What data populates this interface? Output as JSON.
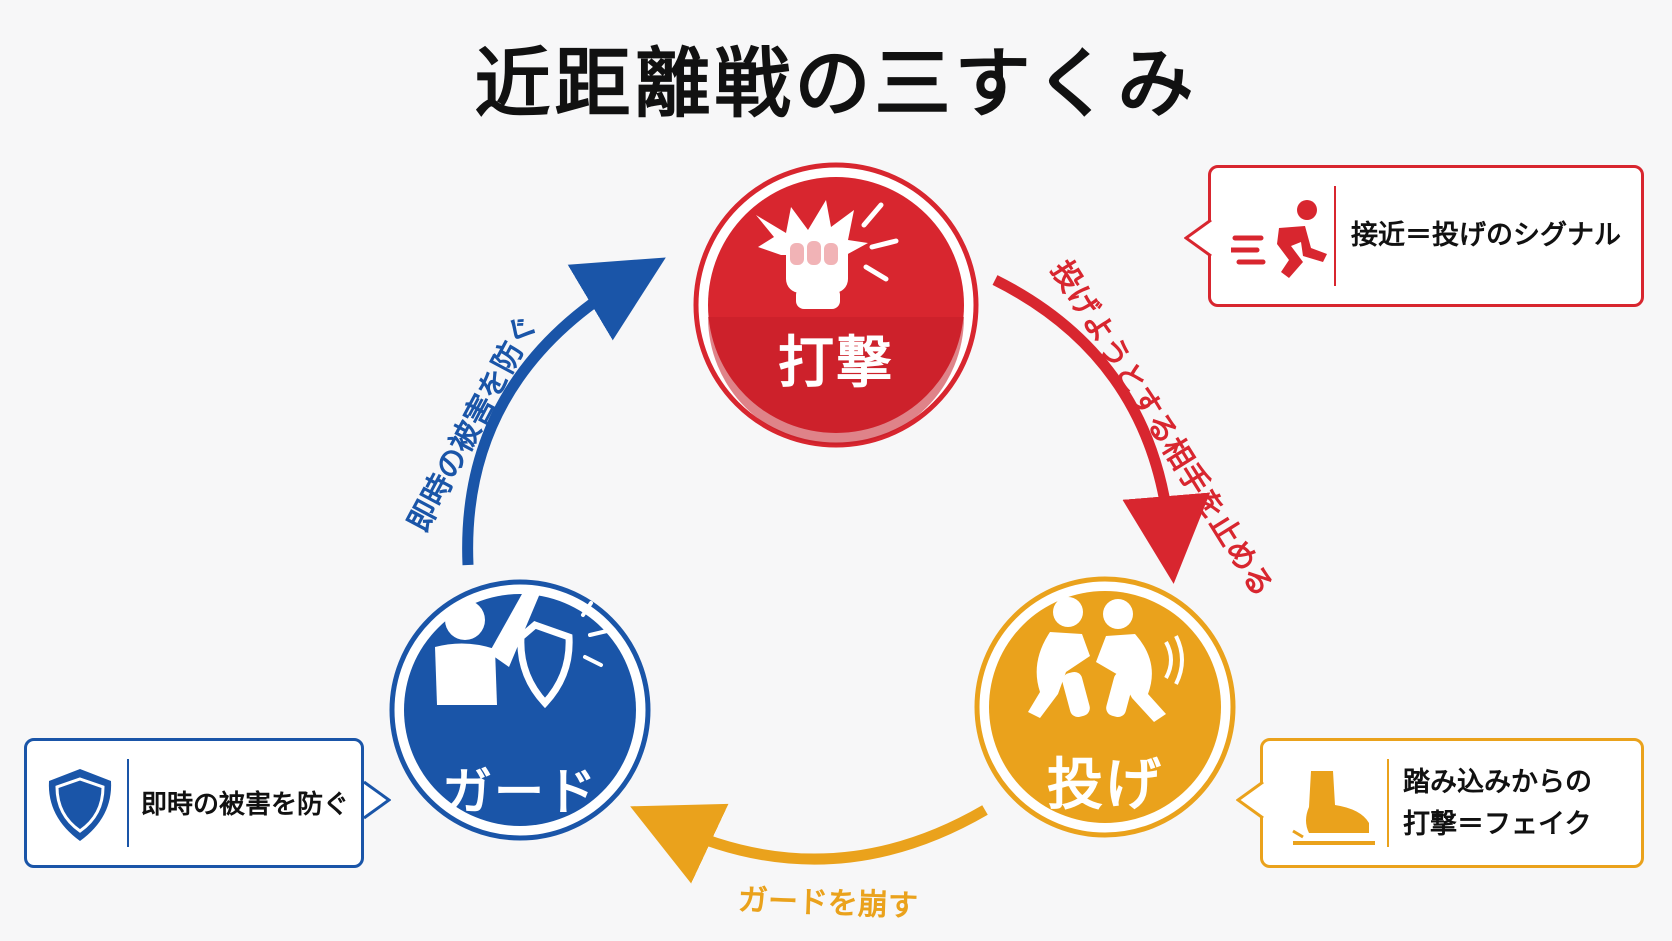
{
  "title": "近距離戦の三すくみ",
  "colors": {
    "strike": "#d8262f",
    "throw": "#eaa21c",
    "guard": "#1a55a8"
  },
  "nodes": {
    "strike": {
      "label": "打撃",
      "icon": "fist-impact-icon"
    },
    "throw": {
      "label": "投げ",
      "icon": "grappling-wrestlers-icon"
    },
    "guard": {
      "label": "ガード",
      "icon": "person-blocking-with-shield-icon"
    }
  },
  "arrows": {
    "strike_to_throw": "投げようとする相手を止める",
    "throw_to_guard": "ガードを崩す",
    "guard_to_strike": "即時の被害を防ぐ"
  },
  "callouts": {
    "strike": {
      "icon": "running-person-icon",
      "text": "接近＝投げのシグナル"
    },
    "throw": {
      "icon": "stepping-foot-icon",
      "line1": "踏み込みからの",
      "line2": "打撃＝フェイク"
    },
    "guard": {
      "icon": "shield-icon",
      "text": "即時の被害を防ぐ"
    }
  }
}
